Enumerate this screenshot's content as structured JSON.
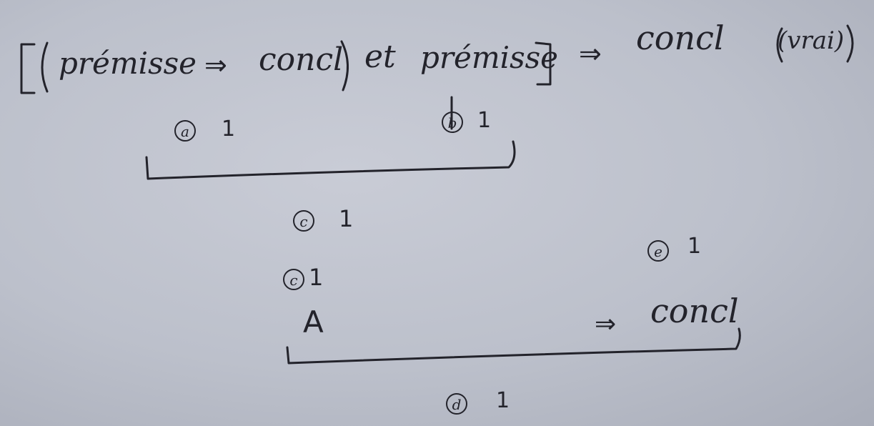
{
  "line1": {
    "open_brackets": "[(",
    "premise_1": "prémisse",
    "arrow_1": "⇒",
    "conclusion_1": "concl",
    "close_paren": ")",
    "conjunction": "et",
    "premise_2": "prémisse",
    "close_bracket": "]",
    "arrow_2": "⇒",
    "conclusion_2": "concl",
    "note": "(vrai)"
  },
  "step_a": {
    "label": "a",
    "value": "1"
  },
  "step_b": {
    "label": "b",
    "value": "1"
  },
  "step_c1": {
    "label": "c",
    "value": "1"
  },
  "step_c2": {
    "label": "c",
    "value": "1"
  },
  "step_e": {
    "label": "e",
    "value": "1"
  },
  "line2": {
    "antecedent": "A",
    "arrow": "⇒",
    "conclusion": "concl"
  },
  "step_d": {
    "label": "d",
    "value": "1"
  }
}
